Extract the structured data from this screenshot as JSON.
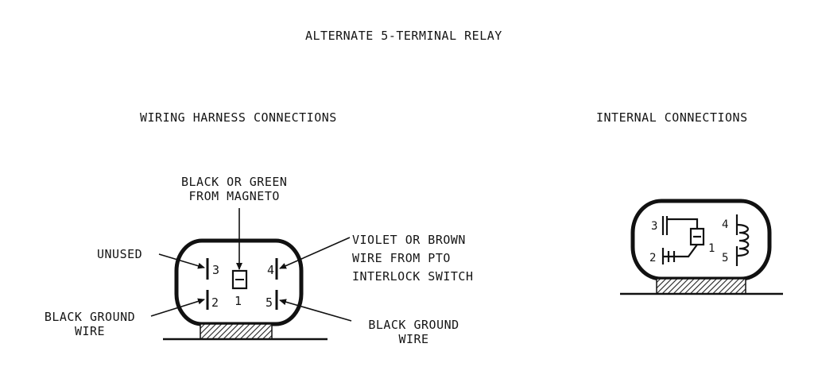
{
  "title": "ALTERNATE 5-TERMINAL RELAY",
  "sections": {
    "wiring": "WIRING HARNESS CONNECTIONS",
    "internal": "INTERNAL CONNECTIONS"
  },
  "labels": {
    "magneto_line1": "BLACK OR GREEN",
    "magneto_line2": "FROM MAGNETO",
    "unused": "UNUSED",
    "ground_left_line1": "BLACK GROUND",
    "ground_left_line2": "WIRE",
    "pto_line1": "VIOLET OR BROWN",
    "pto_line2": "WIRE FROM PTO",
    "pto_line3": "INTERLOCK  SWITCH",
    "ground_right_line1": "BLACK GROUND",
    "ground_right_line2": "WIRE"
  },
  "terminals": {
    "t1": "1",
    "t2": "2",
    "t3": "3",
    "t4": "4",
    "t5": "5"
  }
}
